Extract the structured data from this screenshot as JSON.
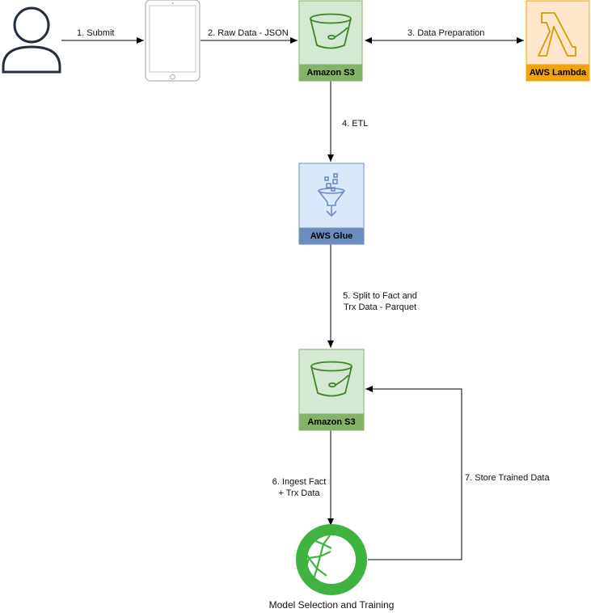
{
  "nodes": {
    "s3_top": {
      "label": "Amazon S3"
    },
    "lambda": {
      "label": "AWS Lambda"
    },
    "glue": {
      "label": "AWS Glue"
    },
    "s3_bottom": {
      "label": "Amazon S3"
    },
    "model": {
      "label": "Model Selection and Training"
    }
  },
  "edges": {
    "e1": "1. Submit",
    "e2": "2. Raw Data - JSON",
    "e3": "3. Data Preparation",
    "e4": "4. ETL",
    "e5_line1": "5. Split to Fact and",
    "e5_line2": "Trx Data - Parquet",
    "e6_line1": "6. Ingest Fact",
    "e6_line2": "+ Trx Data",
    "e7": "7. Store Trained Data"
  },
  "icons": {
    "user": "user-icon",
    "tablet": "tablet-icon",
    "s3": "s3-bucket-icon",
    "lambda": "lambda-icon",
    "glue": "glue-funnel-icon",
    "sagemaker": "sagemaker-icon"
  },
  "colors": {
    "s3_fill": "#d5e8d4",
    "s3_band": "#82b366",
    "lambda_fill": "#ffe6cc",
    "lambda_band": "#f0a30a",
    "glue_fill": "#dae8fc",
    "glue_band": "#6c8ebf",
    "sagemaker": "#3fb33f"
  }
}
